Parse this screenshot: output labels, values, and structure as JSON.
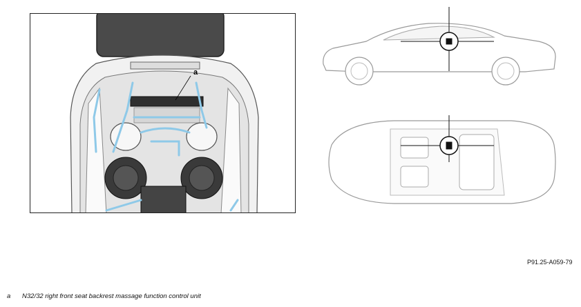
{
  "figure": {
    "callout_letter": "a",
    "reference_code": "P91.25-A059-79"
  },
  "legend": [
    {
      "key": "a",
      "text": "N32/32 right front seat backrest massage function control unit"
    }
  ],
  "colors": {
    "harness": "#8ec9e8",
    "outline": "#333333",
    "panel_fill": "#e9e9e9",
    "dark_part": "#3a3a3a"
  }
}
